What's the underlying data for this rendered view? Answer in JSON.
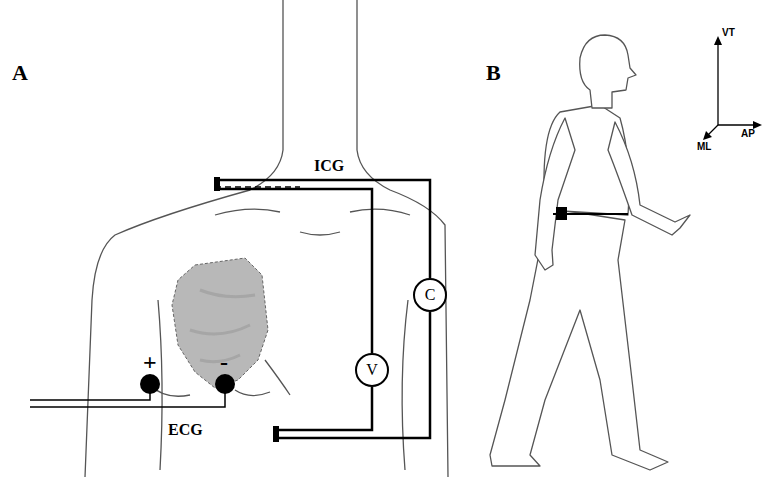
{
  "diagram": {
    "nodes": [
      {
        "text": [
          "C"
        ]
      },
      {
        "text": [
          "V"
        ]
      }
    ],
    "labels": [
      "A",
      "B",
      "ICG",
      "ECG",
      "+",
      "-",
      "VT",
      "ML",
      "AP"
    ]
  }
}
